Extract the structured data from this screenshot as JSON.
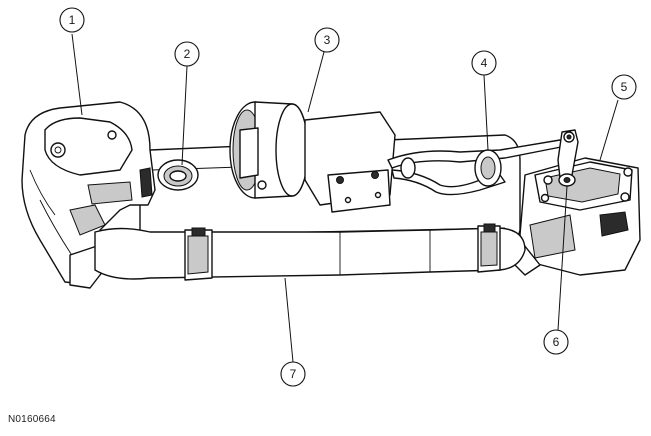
{
  "figure_id": "N0160664",
  "callouts": [
    {
      "label": "1"
    },
    {
      "label": "2"
    },
    {
      "label": "3"
    },
    {
      "label": "4"
    },
    {
      "label": "5"
    },
    {
      "label": "6"
    },
    {
      "label": "7"
    }
  ]
}
